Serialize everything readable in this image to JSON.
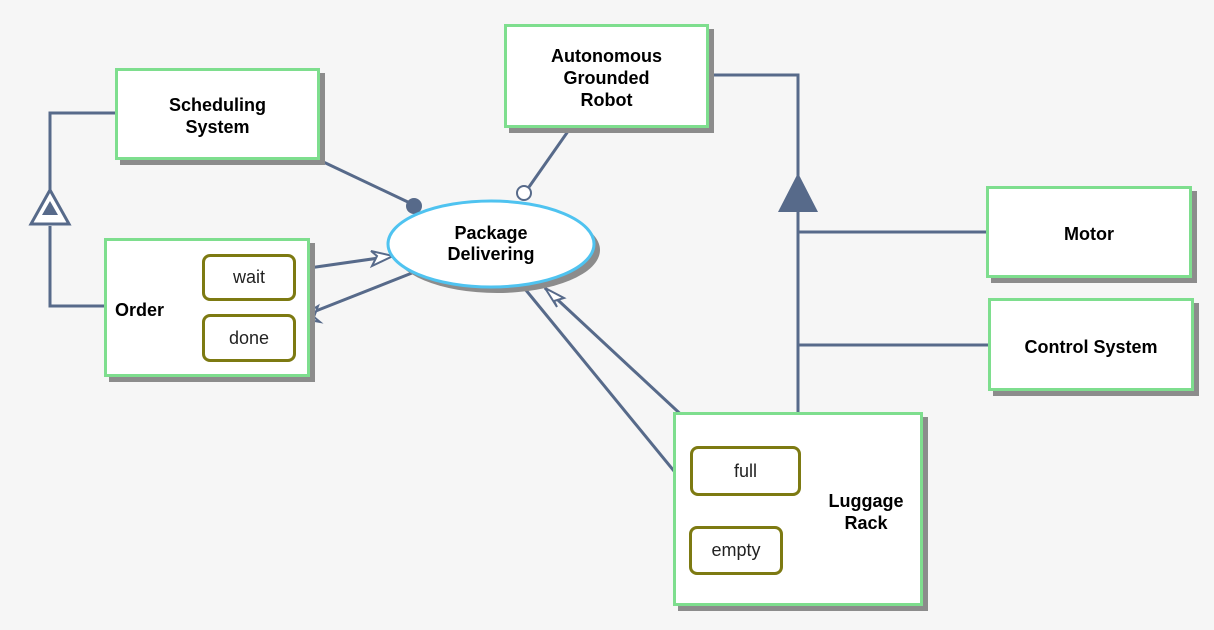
{
  "diagram": {
    "objects": {
      "scheduling_system": "Scheduling\nSystem",
      "order": "Order",
      "autonomous_robot": "Autonomous\nGrounded\nRobot",
      "motor": "Motor",
      "control_system": "Control System",
      "luggage_rack": "Luggage\nRack"
    },
    "process": {
      "package_delivering": "Package\nDelivering"
    },
    "states": {
      "wait": "wait",
      "done": "done",
      "full": "full",
      "empty": "empty"
    },
    "colors": {
      "object_border": "#7ede8e",
      "process_border": "#4fc3f0",
      "state_border": "#7d7a12",
      "link": "#576a8a"
    }
  }
}
